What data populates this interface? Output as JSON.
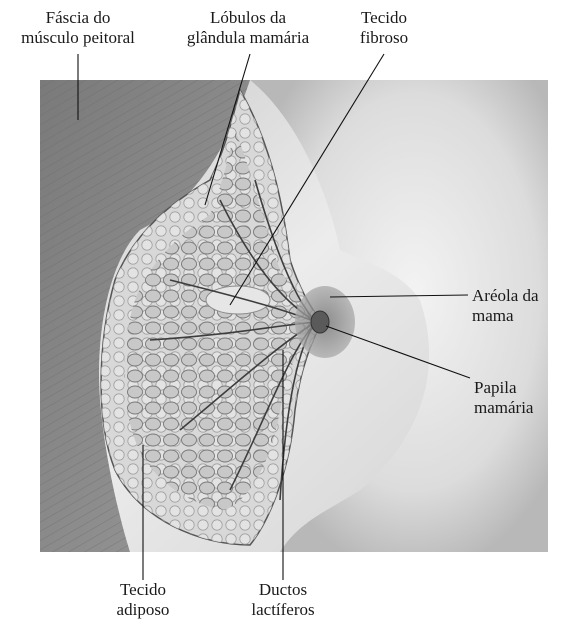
{
  "labels": {
    "fascia": [
      "Fáscia do",
      "músculo peitoral"
    ],
    "lobulos": [
      "Lóbulos da",
      "glândula mamária"
    ],
    "tecido_fibroso": [
      "Tecido",
      "fibroso"
    ],
    "areola": [
      "Aréola da",
      "mama"
    ],
    "papila": [
      "Papila",
      "mamária"
    ],
    "tecido_adiposo": [
      "Tecido",
      "adiposo"
    ],
    "ductos": [
      "Ductos",
      "lactíferos"
    ]
  },
  "colors": {
    "background": "#ffffff",
    "muscle": "#8a8a8a",
    "skin": "#d9d9d9",
    "tissue": "#bdbdbd",
    "leader": "#111111"
  }
}
